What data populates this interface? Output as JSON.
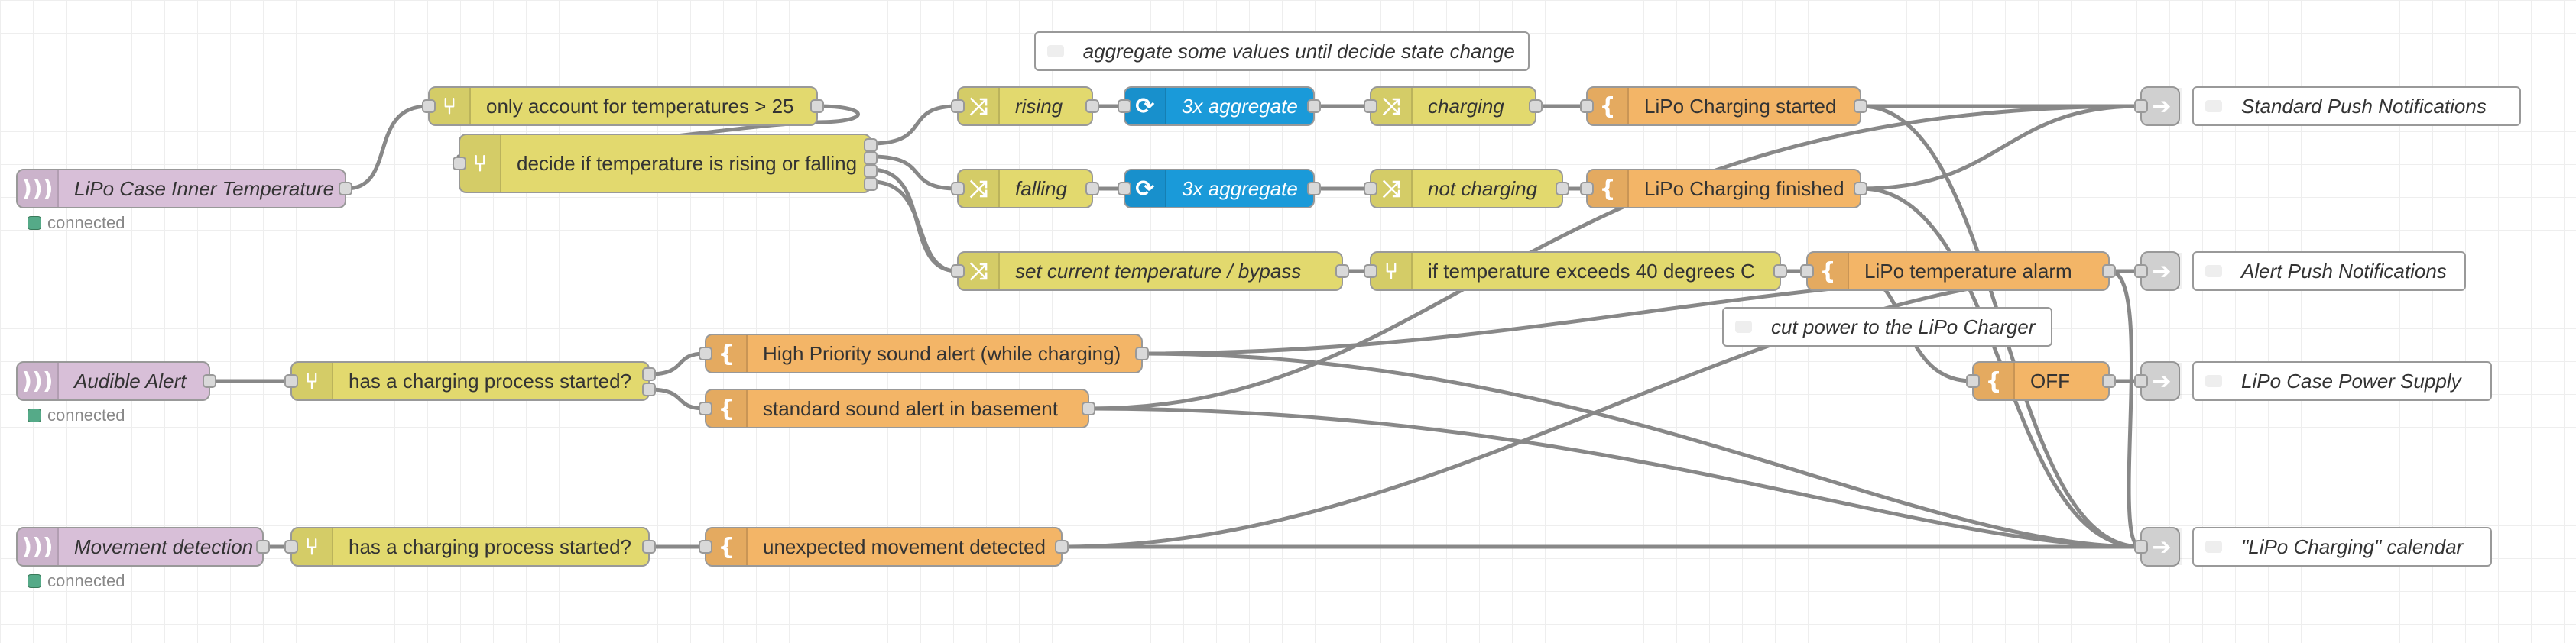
{
  "comments": {
    "aggregate_note": "aggregate some values until decide state change",
    "cut_power_note": "cut power to the LiPo Charger"
  },
  "nodes": {
    "lipo_temp_in": {
      "label": "LiPo Case Inner Temperature",
      "status": "connected"
    },
    "audible_in": {
      "label": "Audible Alert",
      "status": "connected"
    },
    "movement_in": {
      "label": "Movement detection",
      "status": "connected"
    },
    "switch_gt25": {
      "label": "only account for temperatures > 25"
    },
    "switch_rising_falling": {
      "label": "decide if temperature is rising or falling"
    },
    "switch_charging_1": {
      "label": "has a charging process started?"
    },
    "switch_charging_2": {
      "label": "has a charging process started?"
    },
    "change_rising": {
      "label": "rising"
    },
    "change_falling": {
      "label": "falling"
    },
    "change_set_current": {
      "label": "set current temperature / bypass"
    },
    "agg_1": {
      "label": "3x aggregate"
    },
    "agg_2": {
      "label": "3x aggregate"
    },
    "change_charging": {
      "label": "charging"
    },
    "change_not_charging": {
      "label": "not charging"
    },
    "switch_exceeds40": {
      "label": "if temperature exceeds 40 degrees C"
    },
    "tpl_charging_started": {
      "label": "LiPo Charging started"
    },
    "tpl_charging_finished": {
      "label": "LiPo Charging finished"
    },
    "tpl_temp_alarm": {
      "label": "LiPo temperature alarm"
    },
    "tpl_high_priority": {
      "label": "High Priority sound alert (while charging)"
    },
    "tpl_standard_sound": {
      "label": "standard sound alert in basement"
    },
    "tpl_unexpected_movement": {
      "label": "unexpected movement detected"
    },
    "tpl_off": {
      "label": "OFF"
    },
    "link_standard_push": {
      "label": "Standard Push Notifications"
    },
    "link_alert_push": {
      "label": "Alert Push Notifications"
    },
    "link_power_supply": {
      "label": "LiPo Case Power Supply"
    },
    "link_calendar": {
      "label": "\"LiPo Charging\" calendar"
    }
  },
  "colors": {
    "input": "#d8bfd8",
    "switch": "#e2d96e",
    "aggregate": "#1a9ad9",
    "template": "#f3b567",
    "link_out": "#dddddd",
    "wire": "#888888"
  },
  "icons": {
    "input": "radio-waves-icon",
    "switch": "switch-branch-icon",
    "change": "shuffle-icon",
    "aggregate": "aggregate-loop-icon",
    "template": "curly-brace-icon",
    "link_out": "link-out-arrow-icon",
    "comment": "comment-icon"
  }
}
